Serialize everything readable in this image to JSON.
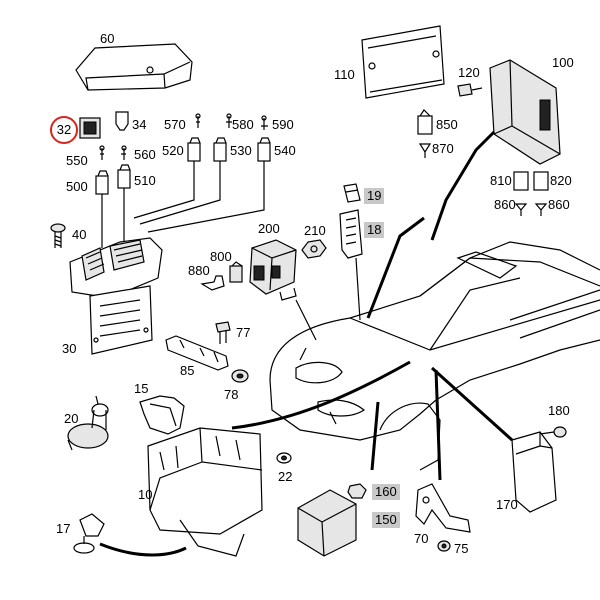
{
  "accent_color": "#d8261e",
  "highlight_fill": "#c8c8c8",
  "labels": {
    "p60": "60",
    "p32": "32",
    "p34": "34",
    "p570": "570",
    "p580": "580",
    "p590": "590",
    "p520": "520",
    "p530": "530",
    "p540": "540",
    "p550": "550",
    "p560": "560",
    "p500": "500",
    "p510": "510",
    "p40": "40",
    "p30": "30",
    "p200": "200",
    "p210": "210",
    "p800": "800",
    "p880": "880",
    "p77": "77",
    "p85": "85",
    "p78": "78",
    "p15": "15",
    "p20": "20",
    "p10": "10",
    "p22": "22",
    "p17": "17",
    "p110": "110",
    "p120": "120",
    "p100": "100",
    "p850": "850",
    "p870": "870",
    "p810": "810",
    "p820": "820",
    "p860a": "860",
    "p860b": "860",
    "p19": "19",
    "p18": "18",
    "p160": "160",
    "p150": "150",
    "p180": "180",
    "p170": "170",
    "p70": "70",
    "p75": "75"
  },
  "icons": [
    "relay-icon",
    "fuse-icon",
    "screw-icon",
    "nut-icon",
    "clip-icon",
    "control-module-icon",
    "car-outline-icon"
  ]
}
